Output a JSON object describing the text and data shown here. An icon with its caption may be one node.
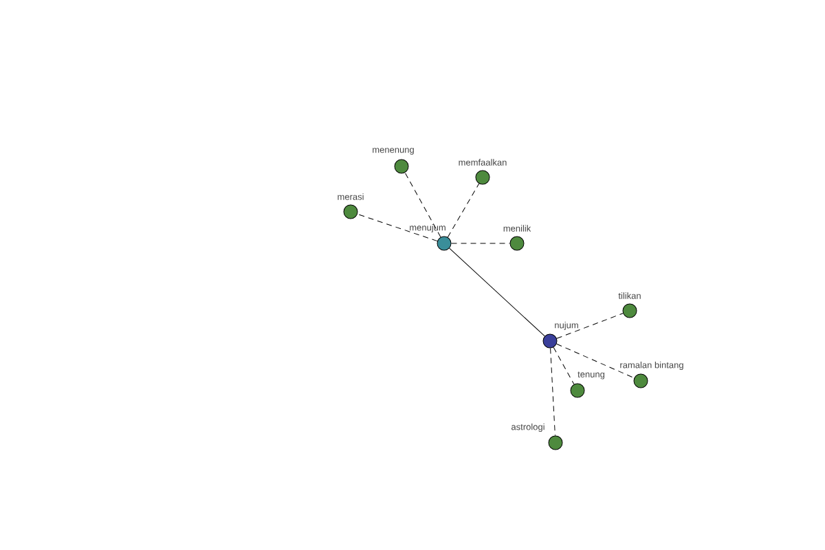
{
  "diagram": {
    "nodes": [
      {
        "text": [
          "menenung"
        ]
      },
      {
        "text": [
          "memfaalkan"
        ]
      },
      {
        "text": [
          "merasi"
        ]
      },
      {
        "text": [
          "menujum"
        ]
      },
      {
        "text": [
          "menilik"
        ]
      },
      {
        "text": [
          "tilikan"
        ]
      },
      {
        "text": [
          "nujum"
        ]
      },
      {
        "text": [
          "ramalan bintang"
        ]
      },
      {
        "text": [
          "tenung"
        ]
      },
      {
        "text": [
          "astrologi"
        ]
      }
    ],
    "edges": [
      {
        "from": 3,
        "to": 0,
        "arrow": "none",
        "style": "dashed"
      },
      {
        "from": 3,
        "to": 1,
        "arrow": "none",
        "style": "dashed"
      },
      {
        "from": 3,
        "to": 2,
        "arrow": "none",
        "style": "dashed"
      },
      {
        "from": 3,
        "to": 4,
        "arrow": "none",
        "style": "dashed"
      },
      {
        "from": 3,
        "to": 6,
        "arrow": "none"
      },
      {
        "from": 6,
        "to": 5,
        "arrow": "none",
        "style": "dashed"
      },
      {
        "from": 6,
        "to": 7,
        "arrow": "none",
        "style": "dashed"
      },
      {
        "from": 6,
        "to": 8,
        "arrow": "none",
        "style": "dashed"
      },
      {
        "from": 6,
        "to": 9,
        "arrow": "none",
        "style": "dashed"
      }
    ]
  }
}
